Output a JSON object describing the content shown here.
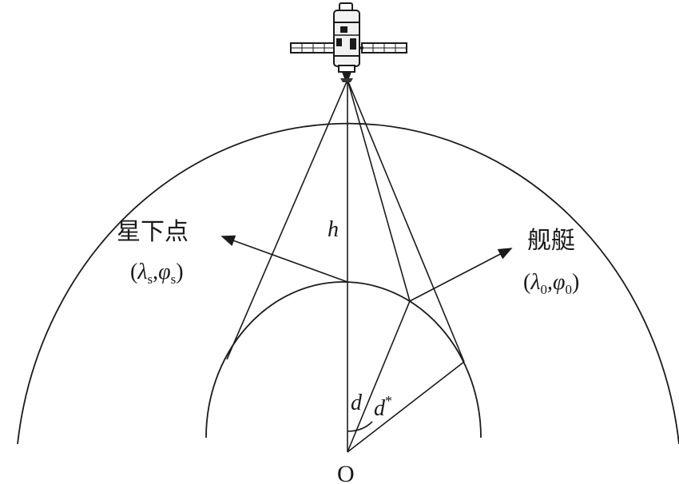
{
  "labels": {
    "subsatellite_point": "星下点",
    "subsatellite_coords": "(λs,φs)",
    "subsatellite_coords_parts": {
      "open": "(",
      "lambda": "λ",
      "lambda_sub": "s",
      "comma": ",",
      "phi": "φ",
      "phi_sub": "s",
      "close": ")"
    },
    "ship": "舰艇",
    "ship_coords": "(λ0,φ0)",
    "ship_coords_parts": {
      "open": "(",
      "lambda": "λ",
      "lambda_sub": "0",
      "comma": ",",
      "phi": "φ",
      "phi_sub": "0",
      "close": ")"
    },
    "height": "h",
    "angle_d": "d",
    "angle_d_star": "d",
    "angle_d_star_sup": "*",
    "center": "O"
  },
  "icons": {
    "satellite": "satellite-icon"
  },
  "colors": {
    "ink": "#1a1a1a",
    "background": "#ffffff"
  }
}
